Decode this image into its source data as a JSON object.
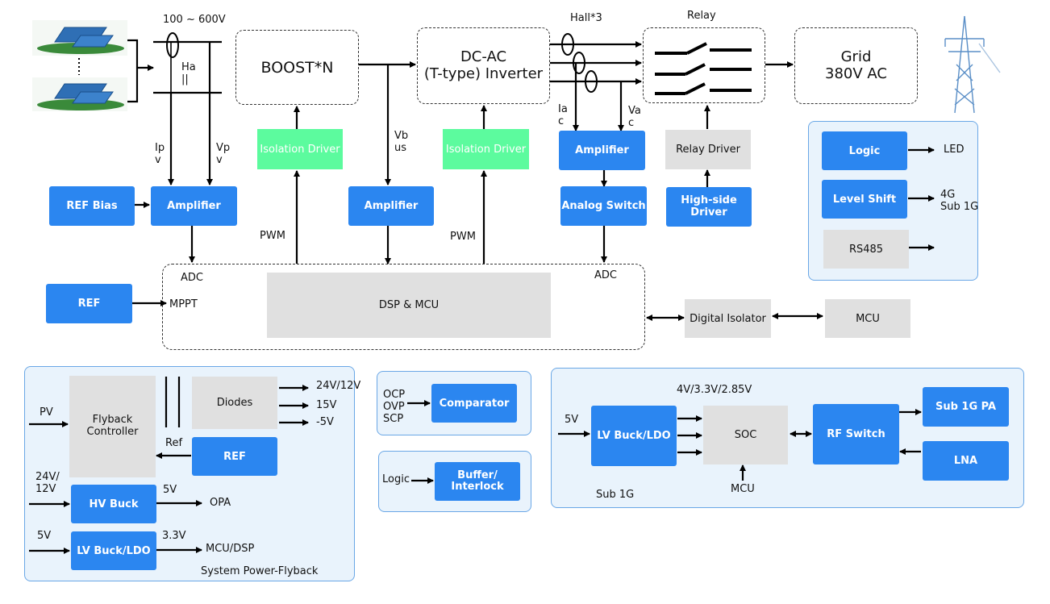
{
  "labels": {
    "volt_range": "100 ~ 600V",
    "hall": "Ha\n||",
    "boost": "BOOST*N",
    "dcac": "DC-AC\n(T-type) Inverter",
    "hall3": "Hall*3",
    "relay": "Relay",
    "grid": "Grid\n380V AC",
    "ipv": "Ip\nv",
    "vpv": "Vp\nv",
    "iso1": "Isolation Driver",
    "iso2": "Isolation Driver",
    "vbus": "Vb\nus",
    "iac": "Ia\nc",
    "vac": "Va\nc",
    "amp_top": "Amplifier",
    "relay_driver": "Relay Driver",
    "analog_switch": "Analog Switch",
    "hs_driver": "High-side\nDriver",
    "ref_bias": "REF Bias",
    "amp_pv": "Amplifier",
    "amp_vbus": "Amplifier",
    "pwm1": "PWM",
    "pwm2": "PWM",
    "adc1": "ADC",
    "adc2": "ADC",
    "ref": "REF",
    "mppt": "MPPT",
    "dsp": "DSP & MCU",
    "digital_iso": "Digital Isolator",
    "mcu": "MCU",
    "logic": "Logic",
    "led": "LED",
    "level_shift": "Level Shift",
    "fourg": "4G\nSub 1G",
    "rs485": "RS485"
  },
  "flyback": {
    "v2412": "24V/12V",
    "v15": "15V",
    "vneg5": "-5V",
    "diodes": "Diodes",
    "pv": "PV",
    "controller": "Flyback\nController",
    "ref_lbl": "Ref",
    "ref_box": "REF",
    "in_2412": "24V/\n12V",
    "hv_buck": "HV Buck",
    "out5v": "5V",
    "opa": "OPA",
    "in5v": "5V",
    "lv_buck": "LV Buck/LDO",
    "out33": "3.3V",
    "mcudsp": "MCU/DSP",
    "title": "System Power-Flyback"
  },
  "protect": {
    "ocp": "OCP\nOVP\nSCP",
    "comparator": "Comparator",
    "logic": "Logic",
    "buffer": "Buffer/\nInterlock"
  },
  "sub1g": {
    "rails": "4V/3.3V/2.85V",
    "in5v": "5V",
    "lv_buck": "LV Buck/LDO",
    "soc": "SOC",
    "rf_switch": "RF Switch",
    "pa": "Sub 1G PA",
    "lna": "LNA",
    "mcu": "MCU",
    "title": "Sub 1G"
  },
  "colors": {
    "block_blue": "#2b86f0",
    "block_gray": "#e0e0e0",
    "isolation_green": "#5cfb9e",
    "panel_fill": "#e9f3fc",
    "panel_border": "#6aa7e6"
  },
  "icons": [
    "solar-panel-icon",
    "power-tower-icon",
    "switch-icon"
  ]
}
